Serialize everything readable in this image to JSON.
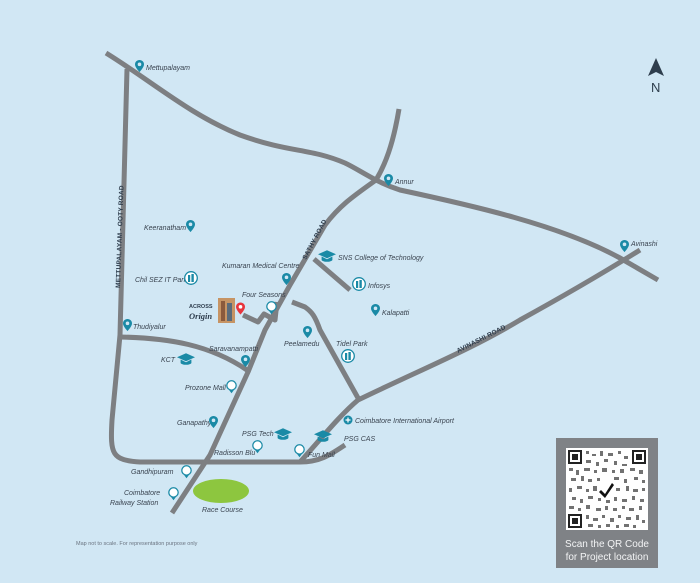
{
  "map": {
    "background": "#d1e7f4",
    "road_color": "#7d7f82",
    "marker_color": "#1a8aa6",
    "project_marker_color": "#e8353d",
    "park_color": "#8dc63f",
    "compass": {
      "label": "N"
    },
    "roads": [
      {
        "id": "mettupalayam-ooty-road",
        "label": "METTUPALAYAM - OOTY ROAD"
      },
      {
        "id": "sathy-road",
        "label": "SATHY ROAD"
      },
      {
        "id": "avinashi-road",
        "label": "AVINASHI ROAD"
      }
    ],
    "places": [
      {
        "id": "mettupalayam",
        "label": "Mettupalayam",
        "icon": "map-pin"
      },
      {
        "id": "annur",
        "label": "Annur",
        "icon": "map-pin"
      },
      {
        "id": "avinashi",
        "label": "Avinashi",
        "icon": "map-pin"
      },
      {
        "id": "keeranatham",
        "label": "Keeranatham",
        "icon": "map-pin"
      },
      {
        "id": "kumaran-medical",
        "label": "Kumaran Medical Centre",
        "icon": "map-pin"
      },
      {
        "id": "sns-college",
        "label": "SNS College of Technology",
        "icon": "graduation-cap"
      },
      {
        "id": "chil-sez",
        "label": "Chil SEZ IT Park",
        "icon": "building"
      },
      {
        "id": "infosys",
        "label": "Infosys",
        "icon": "building"
      },
      {
        "id": "four-seasons",
        "label": "Four Seasons",
        "icon": "restaurant"
      },
      {
        "id": "kalapatti",
        "label": "Kalapatti",
        "icon": "map-pin"
      },
      {
        "id": "thudiyalur",
        "label": "Thudiyalur",
        "icon": "map-pin"
      },
      {
        "id": "peelamedu",
        "label": "Peelamedu",
        "icon": "map-pin"
      },
      {
        "id": "saravanampatti",
        "label": "Saravanampatti",
        "icon": "map-pin"
      },
      {
        "id": "tidel-park",
        "label": "Tidel Park",
        "icon": "building"
      },
      {
        "id": "kct",
        "label": "KCT",
        "icon": "graduation-cap"
      },
      {
        "id": "prozone-mall",
        "label": "Prozone Mall",
        "icon": "shopping-bag"
      },
      {
        "id": "ganapathy",
        "label": "Ganapathy",
        "icon": "map-pin"
      },
      {
        "id": "airport",
        "label": "Coimbatore International Airport",
        "icon": "airplane"
      },
      {
        "id": "psg-tech",
        "label": "PSG Tech",
        "icon": "graduation-cap"
      },
      {
        "id": "psg-cas",
        "label": "PSG CAS",
        "icon": "graduation-cap"
      },
      {
        "id": "radisson-blu",
        "label": "Radisson Blu",
        "icon": "hotel"
      },
      {
        "id": "fun-mall",
        "label": "Fun Mall",
        "icon": "shopping-bag"
      },
      {
        "id": "gandhipuram",
        "label": "Gandhipuram",
        "icon": "bus"
      },
      {
        "id": "railway-line1",
        "label": "Coimbatore"
      },
      {
        "id": "railway-line2",
        "label": "Railway Station",
        "icon": "train"
      },
      {
        "id": "race-course",
        "label": "Race Course",
        "icon": "park"
      }
    ],
    "project": {
      "brand_top": "ACROSS",
      "brand_bottom": "Origin"
    },
    "disclaimer": "Map not to scale. For representation purpose only"
  },
  "qr_panel": {
    "line1": "Scan the QR Code",
    "line2": "for Project location"
  }
}
